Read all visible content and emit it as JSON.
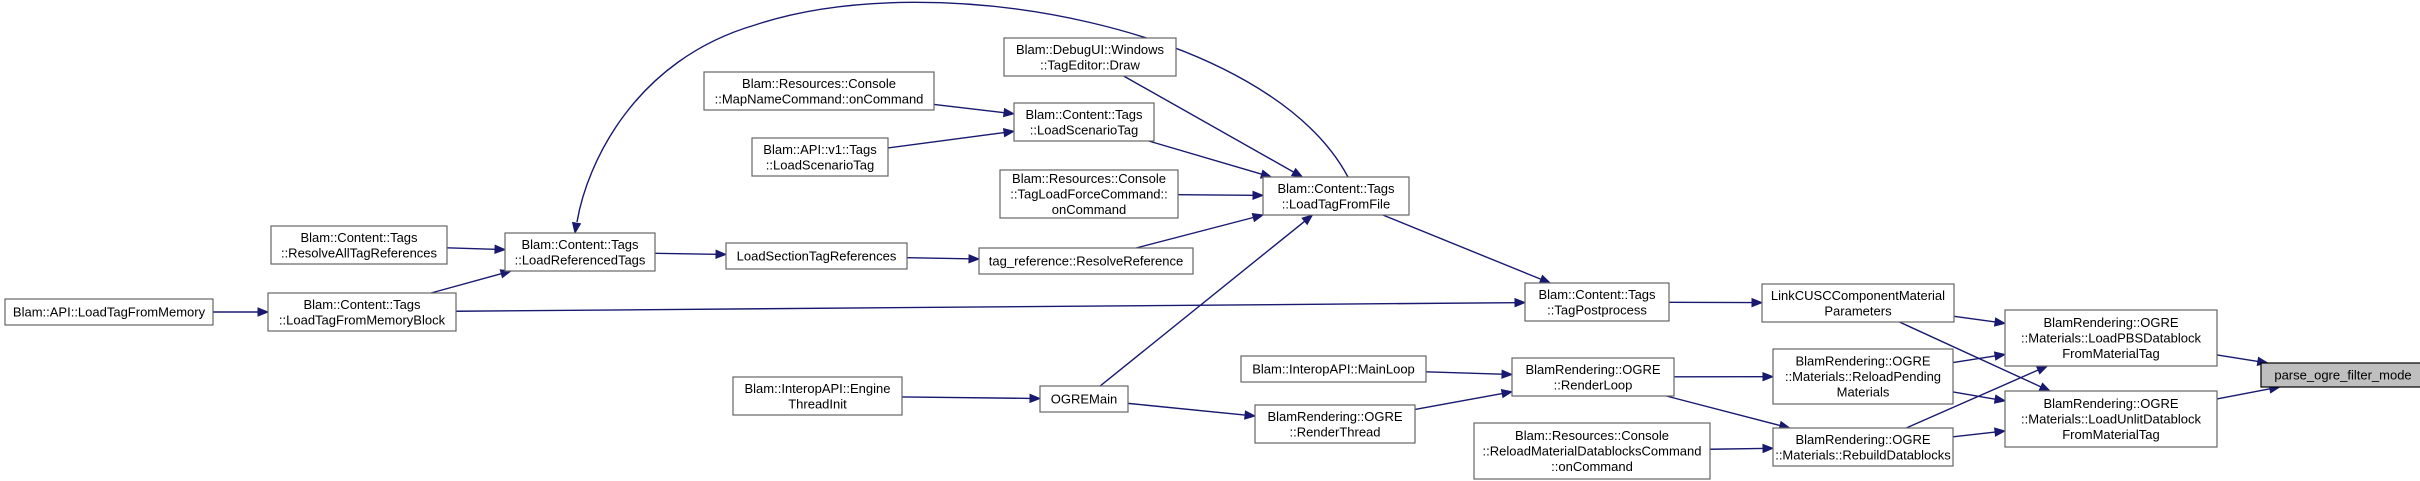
{
  "diagram": {
    "nodes": [
      {
        "id": "root",
        "lines": [
          "parse_ogre_filter_mode"
        ],
        "root": true
      },
      {
        "id": "pbs",
        "lines": [
          "BlamRendering::OGRE",
          "::Materials::LoadPBSDatablock",
          "FromMaterialTag"
        ]
      },
      {
        "id": "unlit",
        "lines": [
          "BlamRendering::OGRE",
          "::Materials::LoadUnlitDatablock",
          "FromMaterialTag"
        ]
      },
      {
        "id": "linkcusc",
        "lines": [
          "LinkCUSCComponentMaterial",
          "Parameters"
        ]
      },
      {
        "id": "reloadpending",
        "lines": [
          "BlamRendering::OGRE",
          "::Materials::ReloadPending",
          "Materials"
        ]
      },
      {
        "id": "rebuild",
        "lines": [
          "BlamRendering::OGRE",
          "::Materials::RebuildDatablocks"
        ]
      },
      {
        "id": "tagpost",
        "lines": [
          "Blam::Content::Tags",
          "::TagPostprocess"
        ]
      },
      {
        "id": "renderloop",
        "lines": [
          "BlamRendering::OGRE",
          "::RenderLoop"
        ]
      },
      {
        "id": "reloadcmd",
        "lines": [
          "Blam::Resources::Console",
          "::ReloadMaterialDatablocksCommand",
          "::onCommand"
        ]
      },
      {
        "id": "renderthread",
        "lines": [
          "BlamRendering::OGRE",
          "::RenderThread"
        ]
      },
      {
        "id": "mainloop",
        "lines": [
          "Blam::InteropAPI::MainLoop"
        ]
      },
      {
        "id": "loadtagfromfile",
        "lines": [
          "Blam::Content::Tags",
          "::LoadTagFromFile"
        ]
      },
      {
        "id": "ogremain",
        "lines": [
          "OGREMain"
        ]
      },
      {
        "id": "enginethread",
        "lines": [
          "Blam::InteropAPI::Engine",
          "ThreadInit"
        ]
      },
      {
        "id": "debugui",
        "lines": [
          "Blam::DebugUI::Windows",
          "::TagEditor::Draw"
        ]
      },
      {
        "id": "loadscenario",
        "lines": [
          "Blam::Content::Tags",
          "::LoadScenarioTag"
        ]
      },
      {
        "id": "tagloadforce",
        "lines": [
          "Blam::Resources::Console",
          "::TagLoadForceCommand::",
          "onCommand"
        ]
      },
      {
        "id": "tagrefresolve",
        "lines": [
          "tag_reference::ResolveReference"
        ]
      },
      {
        "id": "mapname",
        "lines": [
          "Blam::Resources::Console",
          "::MapNameCommand::onCommand"
        ]
      },
      {
        "id": "apiloadscenario",
        "lines": [
          "Blam::API::v1::Tags",
          "::LoadScenarioTag"
        ]
      },
      {
        "id": "loadsection",
        "lines": [
          "LoadSectionTagReferences"
        ]
      },
      {
        "id": "loadreferenced",
        "lines": [
          "Blam::Content::Tags",
          "::LoadReferencedTags"
        ]
      },
      {
        "id": "resolveall",
        "lines": [
          "Blam::Content::Tags",
          "::ResolveAllTagReferences"
        ]
      },
      {
        "id": "loadfrommemblock",
        "lines": [
          "Blam::Content::Tags",
          "::LoadTagFromMemoryBlock"
        ]
      },
      {
        "id": "apiloadfrommem",
        "lines": [
          "Blam::API::LoadTagFromMemory"
        ]
      }
    ],
    "edges": [
      [
        "pbs",
        "root"
      ],
      [
        "unlit",
        "root"
      ],
      [
        "linkcusc",
        "pbs"
      ],
      [
        "reloadpending",
        "pbs"
      ],
      [
        "rebuild",
        "pbs"
      ],
      [
        "linkcusc",
        "unlit"
      ],
      [
        "reloadpending",
        "unlit"
      ],
      [
        "rebuild",
        "unlit"
      ],
      [
        "tagpost",
        "linkcusc"
      ],
      [
        "renderloop",
        "reloadpending"
      ],
      [
        "renderloop",
        "rebuild"
      ],
      [
        "reloadcmd",
        "rebuild"
      ],
      [
        "loadtagfromfile",
        "tagpost"
      ],
      [
        "loadfrommemblock",
        "tagpost"
      ],
      [
        "mainloop",
        "renderloop"
      ],
      [
        "renderthread",
        "renderloop"
      ],
      [
        "ogremain",
        "renderthread"
      ],
      [
        "ogremain",
        "loadtagfromfile"
      ],
      [
        "enginethread",
        "ogremain"
      ],
      [
        "debugui",
        "loadtagfromfile"
      ],
      [
        "loadscenario",
        "loadtagfromfile"
      ],
      [
        "tagloadforce",
        "loadtagfromfile"
      ],
      [
        "tagrefresolve",
        "loadtagfromfile"
      ],
      [
        "loadtagfromfile",
        "loadreferenced"
      ],
      [
        "mapname",
        "loadscenario"
      ],
      [
        "apiloadscenario",
        "loadscenario"
      ],
      [
        "loadsection",
        "tagrefresolve"
      ],
      [
        "loadreferenced",
        "loadsection"
      ],
      [
        "resolveall",
        "loadreferenced"
      ],
      [
        "loadfrommemblock",
        "loadreferenced"
      ],
      [
        "apiloadfrommem",
        "loadfrommemblock"
      ]
    ],
    "colors": {
      "edge": "#191970",
      "box_border": "#666666",
      "root_fill": "#bfbfbf"
    }
  }
}
